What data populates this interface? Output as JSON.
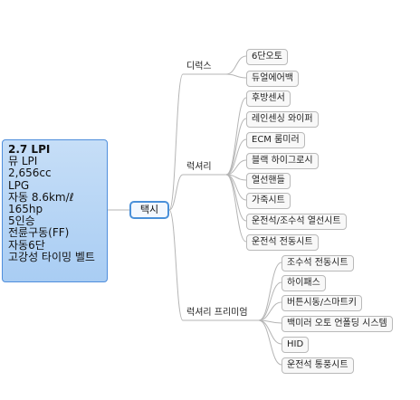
{
  "spec_box": {
    "title": "2.7 LPI",
    "lines": [
      "뮤 LPI",
      "2,656cc",
      "LPG",
      "자동 8.6km/ℓ",
      "165hp",
      "5인승",
      "전륜구동(FF)",
      "자동6단",
      "고강성 타이밍 벨트"
    ]
  },
  "root": "택시",
  "branches": [
    {
      "label": "디럭스",
      "items": [
        "6단오토",
        "듀얼에어백"
      ]
    },
    {
      "label": "럭셔리",
      "items": [
        "후방센서",
        "레인센싱 와이퍼",
        "ECM 룸미러",
        "블랙 하이그로시",
        "열선핸들",
        "가죽시트",
        "운전석/조수석 열선시트",
        "운전석 전동시트"
      ]
    },
    {
      "label": "럭셔리 프리미엄",
      "items": [
        "조수석 전동시트",
        "하이패스",
        "버튼시동/스마트키",
        "백미러 오토 언폴딩 시스템",
        "HID",
        "운전석 통풍시트"
      ]
    }
  ],
  "colors": {
    "link": "#b5b5b5",
    "spec_fill": "#b6d5f5",
    "root_border": "#4a90d9"
  }
}
